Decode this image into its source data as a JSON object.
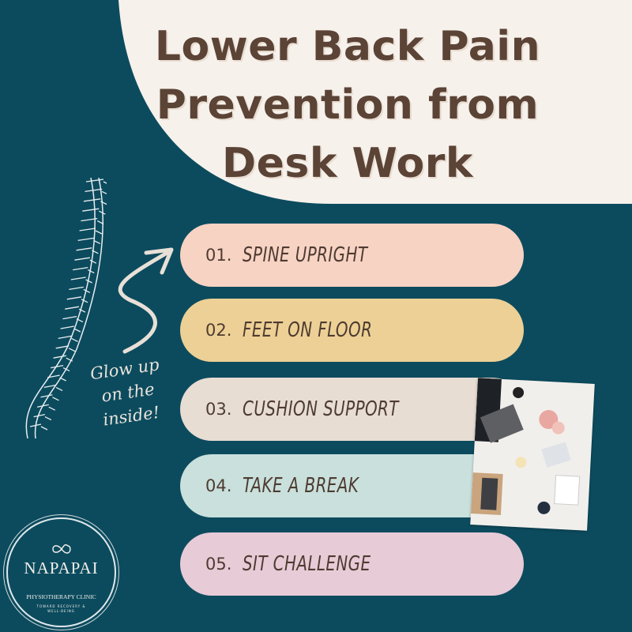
{
  "title": "Lower Back Pain Prevention from Desk Work",
  "title_lines": [
    "Lower Back Pain",
    "Prevention from",
    "Desk Work"
  ],
  "tips": [
    {
      "number": "01.",
      "label": "SPINE UPRIGHT",
      "color": "#f7d3c4"
    },
    {
      "number": "02.",
      "label": "FEET ON FLOOR",
      "color": "#edd095"
    },
    {
      "number": "03.",
      "label": "CUSHION SUPPORT",
      "color": "#e7ddd3"
    },
    {
      "number": "04.",
      "label": "TAKE A BREAK",
      "color": "#c9e0dc"
    },
    {
      "number": "05.",
      "label": "SIT CHALLENGE",
      "color": "#e7cbd7"
    }
  ],
  "tagline": [
    "Glow up",
    "on the",
    "inside!"
  ],
  "logo": {
    "name": "NAPAPAI",
    "subtitle": "PHYSIOTHERAPY CLINIC",
    "tagline": "TOWARD RECOVERY & WELL-BEING"
  },
  "colors": {
    "background": "#0c4b5e",
    "cream": "#f6f1eb",
    "title": "#5b4336"
  }
}
